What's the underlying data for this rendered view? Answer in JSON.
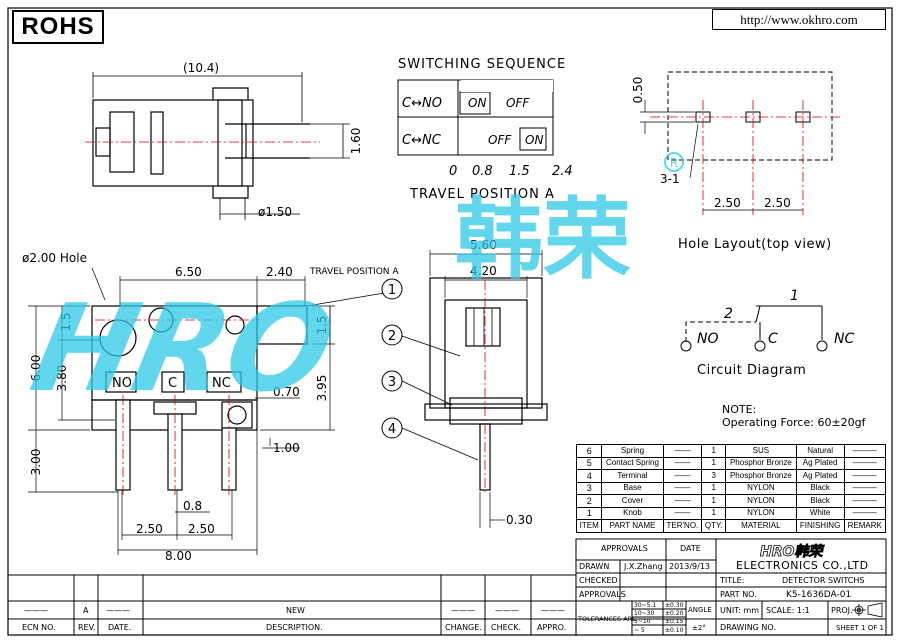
{
  "header": {
    "rohs": "ROHS",
    "url": "http://www.okhro.com"
  },
  "top_view": {
    "dim_length": "(10.4)",
    "dim_height": "1.60",
    "dim_shaft": "ø1.50"
  },
  "switching": {
    "title": "SWITCHING  SEQUENCE",
    "row1_label": "C↔NO",
    "row1_on": "ON",
    "row1_off": "OFF",
    "row2_label": "C↔NC",
    "row2_off": "OFF",
    "row2_on": "ON",
    "ticks": [
      "0",
      "0.8",
      "1.5",
      "2.4"
    ],
    "axis_label": "TRAVEL POSITION A"
  },
  "hole_layout": {
    "dim_050": "0.50",
    "dim_31": "3-1",
    "dim_pitch1": "2.50",
    "dim_pitch2": "2.50",
    "caption": "Hole Layout(top view)"
  },
  "front_view": {
    "hole_label": "ø2.00 Hole",
    "dim_650": "6.50",
    "dim_240": "2.40",
    "travel_label": "TRAVEL POSITION A",
    "dim_15a": "1.5",
    "dim_15b": "1.5",
    "dim_600": "6.00",
    "dim_380": "3.80",
    "dim_395": "3.95",
    "dim_070": "0.70",
    "dim_100": "1.00",
    "dim_300": "3.00",
    "dim_08": "0.8",
    "dim_250a": "2.50",
    "dim_250b": "2.50",
    "dim_800": "8.00",
    "pin_no": "NO",
    "pin_c": "C",
    "pin_nc": "NC"
  },
  "side_view": {
    "dim_560": "5.60",
    "dim_420": "4.20",
    "dim_030": "0.30",
    "balloons": [
      "1",
      "2",
      "3",
      "4"
    ]
  },
  "watermark": {
    "text": "HRO",
    "cn": "韩荣"
  },
  "circuit": {
    "num1": "1",
    "num2": "2",
    "no": "NO",
    "c": "C",
    "nc": "NC",
    "caption": "Circuit Diagram"
  },
  "note": {
    "title": "NOTE:",
    "force": "Operating Force: 60±20gf"
  },
  "bom": {
    "rows": [
      [
        "6",
        "Spring",
        "——",
        "1",
        "SUS",
        "Natural",
        "———"
      ],
      [
        "5",
        "Contact Spring",
        "——",
        "1",
        "Phosphor Bronze",
        "Ag Plated",
        "———"
      ],
      [
        "4",
        "Terminal",
        "——",
        "3",
        "Phosphor Bronze",
        "Ag Plated",
        "———"
      ],
      [
        "3",
        "Base",
        "——",
        "1",
        "NYLON",
        "Black",
        "———"
      ],
      [
        "2",
        "Cover",
        "——",
        "1",
        "NYLON",
        "Black",
        "———"
      ],
      [
        "1",
        "Knob",
        "——",
        "1",
        "NYLON",
        "White",
        "———"
      ]
    ],
    "header": [
      "ITEM",
      "PART NAME",
      "TER'NO.",
      "QTY.",
      "MATERIAL",
      "FINISHING",
      "REMARK"
    ]
  },
  "title_block": {
    "approvals": "APPROVALS",
    "date": "DATE",
    "drawn": "DRAWN",
    "drawn_by": "J.X.Zhang",
    "drawn_date": "2013/9/13",
    "checked": "CHECKED",
    "approvals2": "APPROVALS",
    "tolerances": "TOLERANCES ARE",
    "tol_ranges": [
      "30~5.1",
      "10~30",
      "5~10",
      "~ 5"
    ],
    "tol_values": [
      "±0.30",
      "±0.20",
      "±0.15",
      "±0.10"
    ],
    "angle": "ANGLE",
    "angle_val": "±2°",
    "company_logo": "HRO韩荣",
    "company": "ELECTRONICS CO.,LTD",
    "title_label": "TITLE:",
    "title": "DETECTOR SWITCHS",
    "part_label": "PART NO.",
    "part_no": "K5-1636DA-01",
    "unit": "UNIT: mm",
    "scale": "SCALE:  1:1",
    "proj": "PROJ.",
    "drawing_no": "DRAWING NO.",
    "sheet": "SHEET   1 OF 1"
  },
  "revision": {
    "row_a": [
      "———",
      "A",
      "———",
      "NEW",
      "———",
      "———",
      "———"
    ],
    "header": [
      "ECN NO.",
      "REV.",
      "DATE.",
      "DESCRIPTION.",
      "CHANGE.",
      "CHECK.",
      "APPRO."
    ]
  }
}
